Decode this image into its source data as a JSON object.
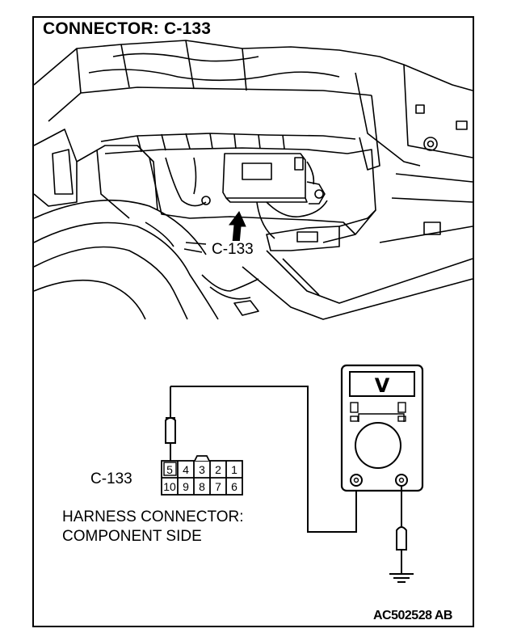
{
  "title": "CONNECTOR: C-133",
  "photo_callout": "C-133",
  "connector": {
    "label": "C-133",
    "pins_top": [
      "5",
      "4",
      "3",
      "2",
      "1"
    ],
    "pins_bottom": [
      "10",
      "9",
      "8",
      "7",
      "6"
    ]
  },
  "harness_caption": {
    "line1": "HARNESS CONNECTOR:",
    "line2": "COMPONENT SIDE"
  },
  "meter": {
    "display": "V"
  },
  "figure_id": "AC502528 AB"
}
